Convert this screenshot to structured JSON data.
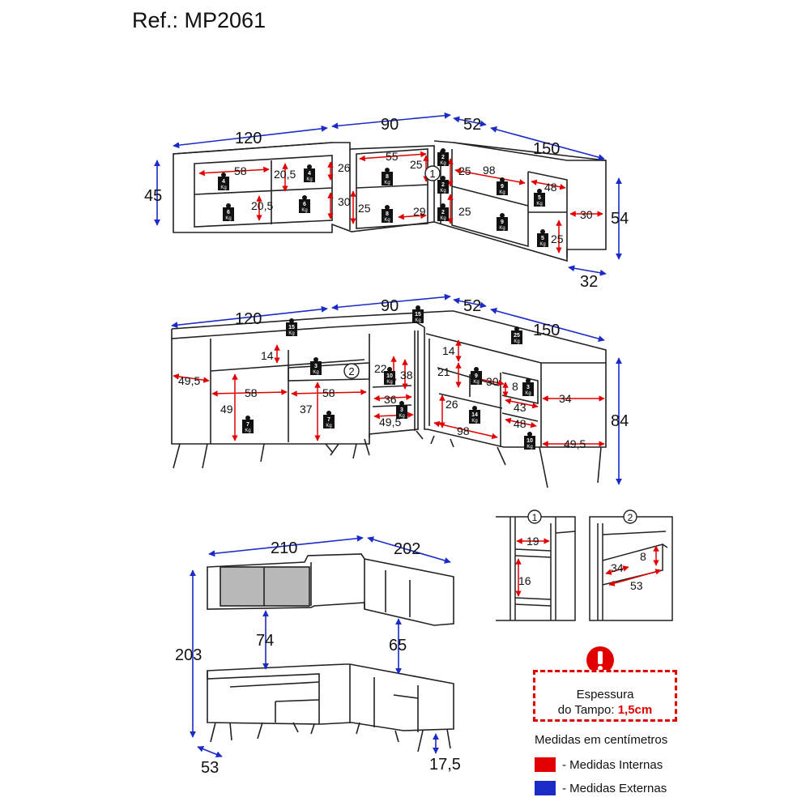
{
  "title": "Ref.: MP2061",
  "upper_cabinets": {
    "ext": [
      "120",
      "90",
      "52",
      "150",
      "45",
      "54",
      "32"
    ],
    "int": [
      "58",
      "20,5",
      "26",
      "20,5",
      "30",
      "55",
      "25",
      "25",
      "29",
      "25",
      "98",
      "25",
      "48",
      "25",
      "30"
    ],
    "weights": [
      "4",
      "4",
      "6",
      "6",
      "8",
      "8",
      "2",
      "2",
      "2",
      "9",
      "9",
      "5",
      "5"
    ],
    "detail_marker": "1"
  },
  "lower_cabinets": {
    "ext": [
      "120",
      "90",
      "52",
      "150",
      "84"
    ],
    "int": [
      "14",
      "49,5",
      "58",
      "49",
      "58",
      "37",
      "22",
      "38",
      "36",
      "49,5",
      "14",
      "21",
      "30",
      "8",
      "26",
      "43",
      "34",
      "48",
      "98",
      "49,5"
    ],
    "weights": [
      "15",
      "15",
      "25",
      "3",
      "10",
      "7",
      "7",
      "3",
      "9",
      "3",
      "14",
      "10"
    ],
    "detail_marker": "2"
  },
  "overview": {
    "dims": [
      "210",
      "202",
      "203",
      "74",
      "65",
      "53",
      "17,5"
    ]
  },
  "detail_1": {
    "marker": "1",
    "dims": [
      "19",
      "16"
    ]
  },
  "detail_2": {
    "marker": "2",
    "dims": [
      "8",
      "34",
      "53"
    ]
  },
  "weight_unit": "Kg",
  "notice": {
    "line1": "Espessura",
    "line2": "do Tampo:",
    "value": "1,5cm"
  },
  "units_note": "Medidas em centímetros",
  "legend": [
    {
      "label": "- Medidas Internas",
      "color": "#e00000"
    },
    {
      "label": "- Medidas Externas",
      "color": "#1a2bc7"
    }
  ]
}
